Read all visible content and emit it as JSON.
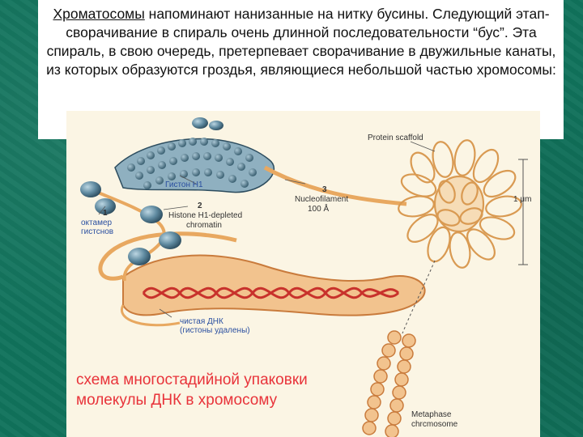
{
  "intro": {
    "lead": "Хроматосомы",
    "rest": " напоминают нанизанные на нитку бусины. Следующий этап- сворачивание в спираль очень длинной последовательности “бус”. Эта спираль, в свою очередь, претерпевает сворачивание в двужильные канаты, из которых образуются гроздья, являющиеся небольшой частью хромосомы:"
  },
  "figure": {
    "labels": {
      "histone_h1": "Гистон Н1",
      "octamer_line1": "октамер",
      "octamer_line2": "гистснов",
      "num1": "1",
      "num2": "2",
      "num3": "3",
      "depleted_line1": "Histone H1-depleted",
      "depleted_line2": "chromatin",
      "nucleofilament_line1": "Nucleofilament",
      "nucleofilament_line2": "100 Å",
      "protein_scaffold": "Protein scaffold",
      "scale": "1 μm",
      "clean_dna_line1": "чистая ДНК",
      "clean_dna_line2": "(гистоны удалены)",
      "metaphase_line1": "Metaphase",
      "metaphase_line2": "chrcmosome"
    },
    "caption_line1": "схема многостадийной упаковки",
    "caption_line2": "молекулы ДНК в хромосому"
  },
  "colors": {
    "background": "#11735c",
    "strand": "#e8a860",
    "bead": "#5f8aa0",
    "dna_red": "#c8322c",
    "caption": "#e8333a",
    "label_blue": "#2a4fa0"
  }
}
